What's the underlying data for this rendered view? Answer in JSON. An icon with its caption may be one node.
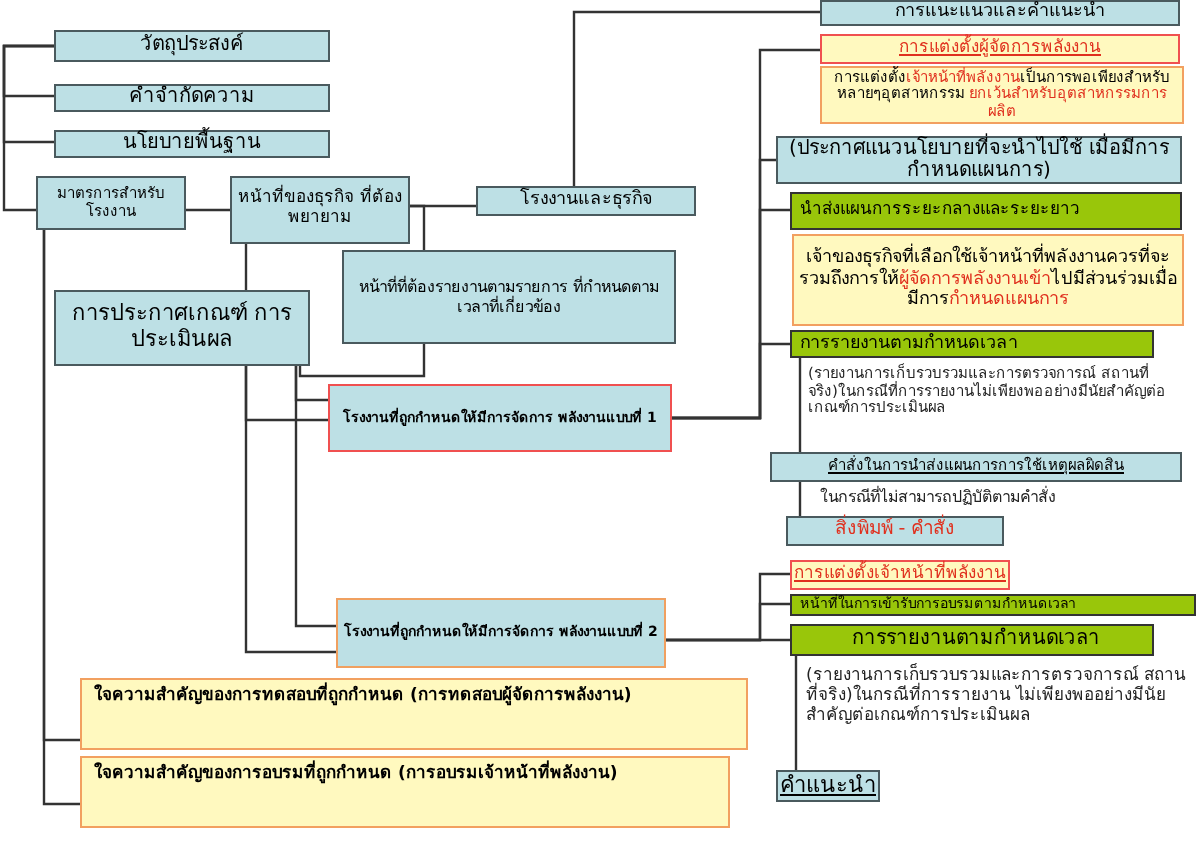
{
  "diagram": {
    "nodes": [
      {
        "text": [
          "วัตถุประสงค์"
        ]
      },
      {
        "text": [
          "คำจำกัดความ"
        ]
      },
      {
        "text": [
          "นโยบายพื้นฐาน"
        ]
      },
      {
        "text": [
          "มาตรการสำหรับ โรงงาน"
        ]
      },
      {
        "text": [
          "หน้าที่ของธุรกิจ ที่ต้องพยายาม"
        ]
      },
      {
        "text": [
          "โรงงานและธุรกิจ"
        ]
      },
      {
        "text": [
          "หน้าที่ที่ต้องรายงานตามรายการ ที่กำหนดตามเวลาที่เกี่ยวข้อง"
        ]
      },
      {
        "text": [
          "การประกาศเกณฑ์ การประเมินผล"
        ]
      },
      {
        "text": [
          "โรงงานที่ถูกกำหนดให้มีการจัดการ พลังงานแบบที่ 1"
        ]
      },
      {
        "text": [
          "โรงงานที่ถูกกำหนดให้มีการจัดการ พลังงานแบบที่ 2"
        ]
      },
      {
        "text": [
          "ใจความสำคัญของการทดสอบที่ถูกกำหนด (การทดสอบผู้จัดการพลังงาน)"
        ]
      },
      {
        "text": [
          "ใจความสำคัญของการอบรมที่ถูกกำหนด (การอบรมเจ้าหน้าที่พลังงาน)"
        ]
      },
      {
        "text": [
          "การแนะแนวและคำแนะนำ"
        ]
      },
      {
        "text": [
          "การแต่งตั้งผู้จัดการพลังงาน"
        ]
      },
      {
        "text": [
          "การแต่งตั้ง**เจ้าหน้าที่พลังงาน**เป็นการพอเพียงสำหรับ หลายๆอุตสาหกรรม **ยกเว้นสำหรับอุตสาหกรรมการผลิต**"
        ]
      },
      {
        "text": [
          "(ประกาศแนวนโยบายที่จะนำไปใช้ เมื่อมีการกำหนดแผนการ)"
        ]
      },
      {
        "text": [
          "นำส่งแผนการระยะกลางและระยะยาว"
        ]
      },
      {
        "text": [
          "เจ้าของธุรกิจที่เลือกใช้เจ้าหน้าที่พลังงานควรที่จะรวมถึงการให้**ผู้จัดการพลังงานเข้า**ไปมีส่วนร่วมเมื่อมีการ**กำหนดแผนการ**"
        ]
      },
      {
        "text": [
          "การรายงานตามกำหนดเวลา"
        ],
        "beside": [
          "(รายงานการเก็บรวบรวมและการตรวจการณ์ สถานที่จริง)ในกรณีที่การรายงานไม่เพียงพออย่างมีนัยสำคัญต่อเกณฑ์การประเมินผล"
        ]
      },
      {
        "text": [
          "คำสั่งในการนำส่งแผนการการใช้เหตุผลผิดสิน"
        ],
        "beside": [
          "ในกรณีที่ไม่สามารถปฏิบัติตามคำสั่ง"
        ]
      },
      {
        "text": [
          "สิ่งพิมพ์ - คำสั่ง"
        ]
      },
      {
        "text": [
          "การแต่งตั้งเจ้าหน้าที่พลังงาน"
        ]
      },
      {
        "text": [
          "หน้าที่ในการเข้ารับการอบรมตามกำหนดเวลา"
        ]
      },
      {
        "text": [
          "การรายงานตามกำหนดเวลา"
        ],
        "beside": [
          "(รายงานการเก็บรวบรวมและการตรวจการณ์ สถานที่จริง)ในกรณีที่การรายงาน ไม่เพียงพออย่างมีนัยสำคัญต่อเกณฑ์การประเมินผล"
        ]
      },
      {
        "text": [
          "คำแนะนำ"
        ]
      }
    ],
    "edges": [
      {
        "from": 0,
        "to": 1,
        "arrow": "none"
      },
      {
        "from": 0,
        "to": 2,
        "arrow": "none"
      },
      {
        "from": 0,
        "to": 3,
        "arrow": "none"
      },
      {
        "from": 3,
        "to": 4,
        "arrow": "none"
      },
      {
        "from": 3,
        "to": 10,
        "arrow": "none"
      },
      {
        "from": 3,
        "to": 11,
        "arrow": "none"
      },
      {
        "from": 4,
        "to": 5,
        "arrow": "none"
      },
      {
        "from": 4,
        "to": 6,
        "arrow": "none"
      },
      {
        "from": 4,
        "to": 7,
        "arrow": "none"
      },
      {
        "from": 7,
        "to": 8,
        "arrow": "none"
      },
      {
        "from": 7,
        "to": 9,
        "arrow": "none"
      },
      {
        "from": 7,
        "to": 8,
        "arrow": "none"
      },
      {
        "from": 7,
        "to": 9,
        "arrow": "none"
      },
      {
        "from": 6,
        "to": 7,
        "arrow": "none"
      },
      {
        "from": 5,
        "to": 12,
        "arrow": "none"
      },
      {
        "from": 8,
        "to": 13,
        "arrow": "none"
      },
      {
        "from": 8,
        "to": 15,
        "arrow": "none"
      },
      {
        "from": 8,
        "to": 16,
        "arrow": "none"
      },
      {
        "from": 8,
        "to": 18,
        "arrow": "none"
      },
      {
        "from": 9,
        "to": 21,
        "arrow": "none"
      },
      {
        "from": 9,
        "to": 22,
        "arrow": "none"
      },
      {
        "from": 9,
        "to": 23,
        "arrow": "none"
      },
      {
        "from": 18,
        "to": 19,
        "arrow": "none"
      },
      {
        "from": 19,
        "to": 20,
        "arrow": "none"
      },
      {
        "from": 23,
        "to": 24,
        "arrow": "none"
      }
    ]
  }
}
